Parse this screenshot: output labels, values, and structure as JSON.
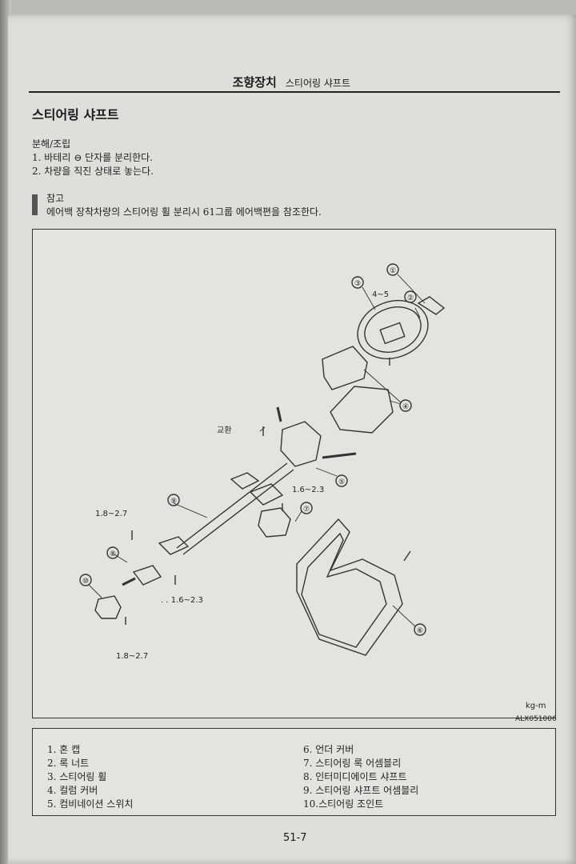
{
  "header": {
    "main": "조향장치",
    "sub": "스티어링 샤프트"
  },
  "section_title": "스티어링 샤프트",
  "procedure": {
    "heading": "분해/조립",
    "steps": [
      "1. 바테리 ⊖ 단자를 분리한다.",
      "2. 차량을 직진 상태로 놓는다."
    ]
  },
  "note": {
    "label": "참고",
    "text": "에어백 장착차량의 스티어링 휠 분리시 61그룹 에어백편을 참조한다."
  },
  "figure": {
    "callouts": [
      "①",
      "②",
      "③",
      "④",
      "⑤",
      "⑥",
      "⑦",
      "⑧",
      "⑨",
      "⑩"
    ],
    "torques": {
      "t_4_5": "4~5",
      "t_a": "1.6~2.3",
      "t_b": "1.8~2.7",
      "t_c": ". . 1.6~2.3",
      "t_d": "1.8~2.7"
    },
    "replace_label": "교환",
    "unit": "kg-m",
    "code": "ALX051006"
  },
  "legend": {
    "items": [
      "1. 혼 캡",
      "2. 록 너트",
      "3. 스티어링 휠",
      "4. 컬럼 커버",
      "5. 컴비네이션 스위치",
      "6. 언더 커버",
      "7. 스티어링 록 어셈블리",
      "8. 인터미디에이트 샤프트",
      "9. 스티어링 샤프트 어셈블리",
      "10.스티어링 조인트"
    ]
  },
  "page_number": "51-7"
}
